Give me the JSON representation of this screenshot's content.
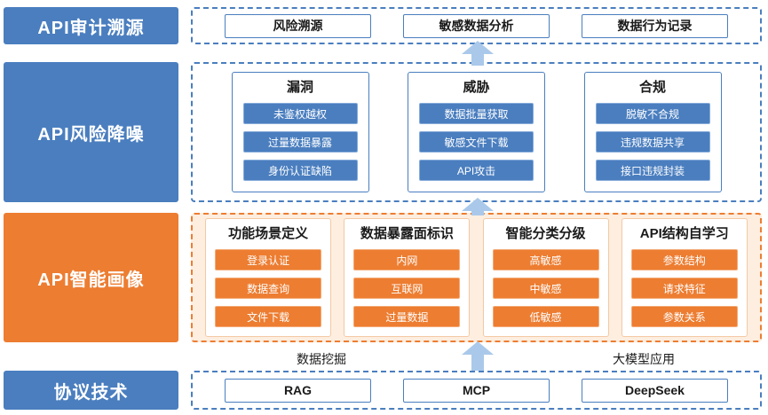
{
  "colors": {
    "blue": "#4a7ebf",
    "orange": "#ed7d31",
    "arrow_blue": "#aac9ea",
    "profile_row_bg": "#fdeee0"
  },
  "left_labels": [
    {
      "text": "API审计溯源"
    },
    {
      "text": "API风险降噪"
    },
    {
      "text": "API智能画像"
    },
    {
      "text": "协议技术"
    }
  ],
  "audit_row": {
    "items": [
      "风险溯源",
      "敏感数据分析",
      "数据行为记录"
    ]
  },
  "risk_row": {
    "groups": [
      {
        "title": "漏洞",
        "items": [
          "未鉴权越权",
          "过量数据暴露",
          "身份认证缺陷"
        ]
      },
      {
        "title": "威胁",
        "items": [
          "数据批量获取",
          "敏感文件下载",
          "API攻击"
        ]
      },
      {
        "title": "合规",
        "items": [
          "脱敏不合规",
          "违规数据共享",
          "接口违规封装"
        ]
      }
    ]
  },
  "profile_row": {
    "groups": [
      {
        "title": "功能场景定义",
        "items": [
          "登录认证",
          "数据查询",
          "文件下载"
        ]
      },
      {
        "title": "数据暴露面标识",
        "items": [
          "内网",
          "互联网",
          "过量数据"
        ]
      },
      {
        "title": "智能分类分级",
        "items": [
          "高敏感",
          "中敏感",
          "低敏感"
        ]
      },
      {
        "title": "API结构自学习",
        "items": [
          "参数结构",
          "请求特征",
          "参数关系"
        ]
      }
    ]
  },
  "captions": {
    "mining": "数据挖掘",
    "llm": "大模型应用"
  },
  "protocol_row": {
    "items": [
      "RAG",
      "MCP",
      "DeepSeek"
    ]
  }
}
